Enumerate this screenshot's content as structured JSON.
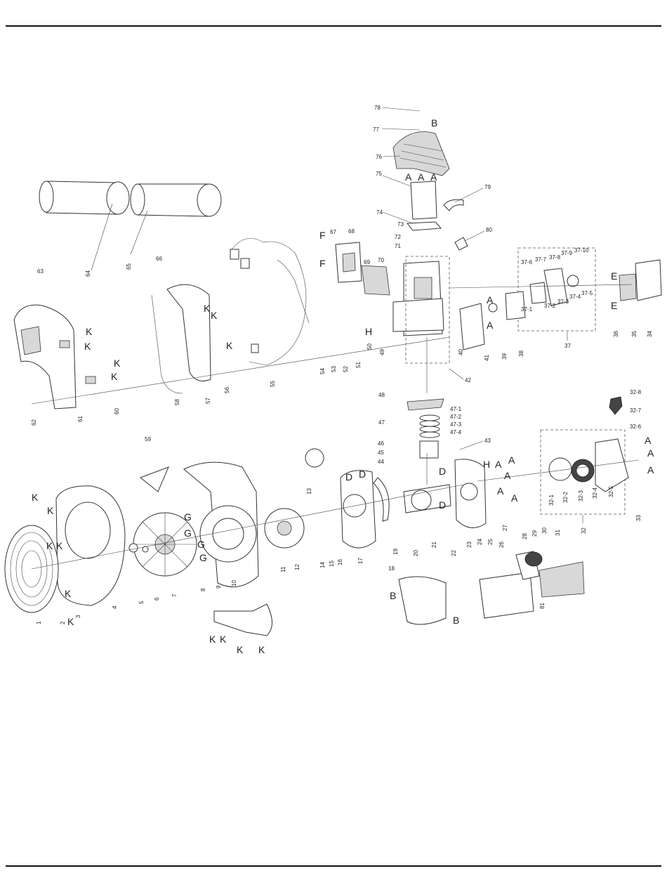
{
  "parts": {
    "upper": [
      {
        "id": "p78",
        "label": "78"
      },
      {
        "id": "p77",
        "label": "77"
      },
      {
        "id": "p76",
        "label": "76"
      },
      {
        "id": "p75",
        "label": "75"
      },
      {
        "id": "p79",
        "label": "79"
      },
      {
        "id": "p74",
        "label": "74"
      },
      {
        "id": "p73",
        "label": "73"
      },
      {
        "id": "p80",
        "label": "80"
      },
      {
        "id": "p72",
        "label": "72"
      },
      {
        "id": "p71",
        "label": "71"
      },
      {
        "id": "p67",
        "label": "67"
      },
      {
        "id": "p68",
        "label": "68"
      },
      {
        "id": "p69",
        "label": "69"
      },
      {
        "id": "p70",
        "label": "70"
      },
      {
        "id": "p63",
        "label": "63"
      },
      {
        "id": "p64",
        "label": "64"
      },
      {
        "id": "p65",
        "label": "65"
      },
      {
        "id": "p66",
        "label": "66"
      }
    ],
    "middle": [
      {
        "id": "p37-6",
        "label": "37-6"
      },
      {
        "id": "p37-7",
        "label": "37-7"
      },
      {
        "id": "p37-8",
        "label": "37-8"
      },
      {
        "id": "p37-9",
        "label": "37-9"
      },
      {
        "id": "p37-10",
        "label": "37-10"
      },
      {
        "id": "p37-1",
        "label": "37-1"
      },
      {
        "id": "p37-2",
        "label": "37-2"
      },
      {
        "id": "p37-3",
        "label": "37-3"
      },
      {
        "id": "p37-4",
        "label": "37-4"
      },
      {
        "id": "p37-5",
        "label": "37-5"
      },
      {
        "id": "p37",
        "label": "37"
      },
      {
        "id": "p36",
        "label": "36"
      },
      {
        "id": "p35",
        "label": "35"
      },
      {
        "id": "p34",
        "label": "34"
      },
      {
        "id": "p38",
        "label": "38"
      },
      {
        "id": "p39",
        "label": "39"
      },
      {
        "id": "p40",
        "label": "40"
      },
      {
        "id": "p41",
        "label": "41"
      },
      {
        "id": "p42",
        "label": "42"
      },
      {
        "id": "p49",
        "label": "49"
      },
      {
        "id": "p50",
        "label": "50"
      },
      {
        "id": "p51",
        "label": "51"
      },
      {
        "id": "p52",
        "label": "52"
      },
      {
        "id": "p53",
        "label": "53"
      },
      {
        "id": "p54",
        "label": "54"
      },
      {
        "id": "p55",
        "label": "55"
      },
      {
        "id": "p56",
        "label": "56"
      },
      {
        "id": "p57",
        "label": "57"
      },
      {
        "id": "p58",
        "label": "58"
      },
      {
        "id": "p60",
        "label": "60"
      },
      {
        "id": "p61",
        "label": "61"
      },
      {
        "id": "p62",
        "label": "62"
      },
      {
        "id": "p48",
        "label": "48"
      },
      {
        "id": "p47-1",
        "label": "47-1"
      },
      {
        "id": "p47-2",
        "label": "47-2"
      },
      {
        "id": "p47-3",
        "label": "47-3"
      },
      {
        "id": "p47-4",
        "label": "47-4"
      },
      {
        "id": "p47",
        "label": "47"
      },
      {
        "id": "p46",
        "label": "46"
      },
      {
        "id": "p45",
        "label": "45"
      },
      {
        "id": "p44",
        "label": "44"
      },
      {
        "id": "p43",
        "label": "43"
      },
      {
        "id": "p32-8",
        "label": "32-8"
      },
      {
        "id": "p32-7",
        "label": "32-7"
      },
      {
        "id": "p32-6",
        "label": "32-6"
      },
      {
        "id": "p59",
        "label": "59"
      }
    ],
    "lower": [
      {
        "id": "p1",
        "label": "1"
      },
      {
        "id": "p2",
        "label": "2"
      },
      {
        "id": "p3",
        "label": "3"
      },
      {
        "id": "p4",
        "label": "4"
      },
      {
        "id": "p5",
        "label": "5"
      },
      {
        "id": "p6",
        "label": "6"
      },
      {
        "id": "p7",
        "label": "7"
      },
      {
        "id": "p8",
        "label": "8"
      },
      {
        "id": "p9",
        "label": "9"
      },
      {
        "id": "p10",
        "label": "10"
      },
      {
        "id": "p11",
        "label": "11"
      },
      {
        "id": "p12",
        "label": "12"
      },
      {
        "id": "p13",
        "label": "13"
      },
      {
        "id": "p14",
        "label": "14"
      },
      {
        "id": "p15",
        "label": "15"
      },
      {
        "id": "p16",
        "label": "16"
      },
      {
        "id": "p17",
        "label": "17"
      },
      {
        "id": "p18",
        "label": "18"
      },
      {
        "id": "p19",
        "label": "19"
      },
      {
        "id": "p20",
        "label": "20"
      },
      {
        "id": "p21",
        "label": "21"
      },
      {
        "id": "p22",
        "label": "22"
      },
      {
        "id": "p23",
        "label": "23"
      },
      {
        "id": "p24",
        "label": "24"
      },
      {
        "id": "p25",
        "label": "25"
      },
      {
        "id": "p26",
        "label": "26"
      },
      {
        "id": "p27",
        "label": "27"
      },
      {
        "id": "p28",
        "label": "28"
      },
      {
        "id": "p29",
        "label": "29"
      },
      {
        "id": "p30",
        "label": "30"
      },
      {
        "id": "p31",
        "label": "31"
      },
      {
        "id": "p32-1",
        "label": "32-1"
      },
      {
        "id": "p32-2",
        "label": "32-2"
      },
      {
        "id": "p32-3",
        "label": "32-3"
      },
      {
        "id": "p32-4",
        "label": "32-4"
      },
      {
        "id": "p32-5",
        "label": "32-5"
      },
      {
        "id": "p32",
        "label": "32"
      },
      {
        "id": "p33",
        "label": "33"
      },
      {
        "id": "p81",
        "label": "81"
      }
    ]
  },
  "assembly_letters": {
    "A": "A",
    "B": "B",
    "D": "D",
    "E": "E",
    "F": "F",
    "G": "G",
    "H": "H",
    "K": "K"
  }
}
